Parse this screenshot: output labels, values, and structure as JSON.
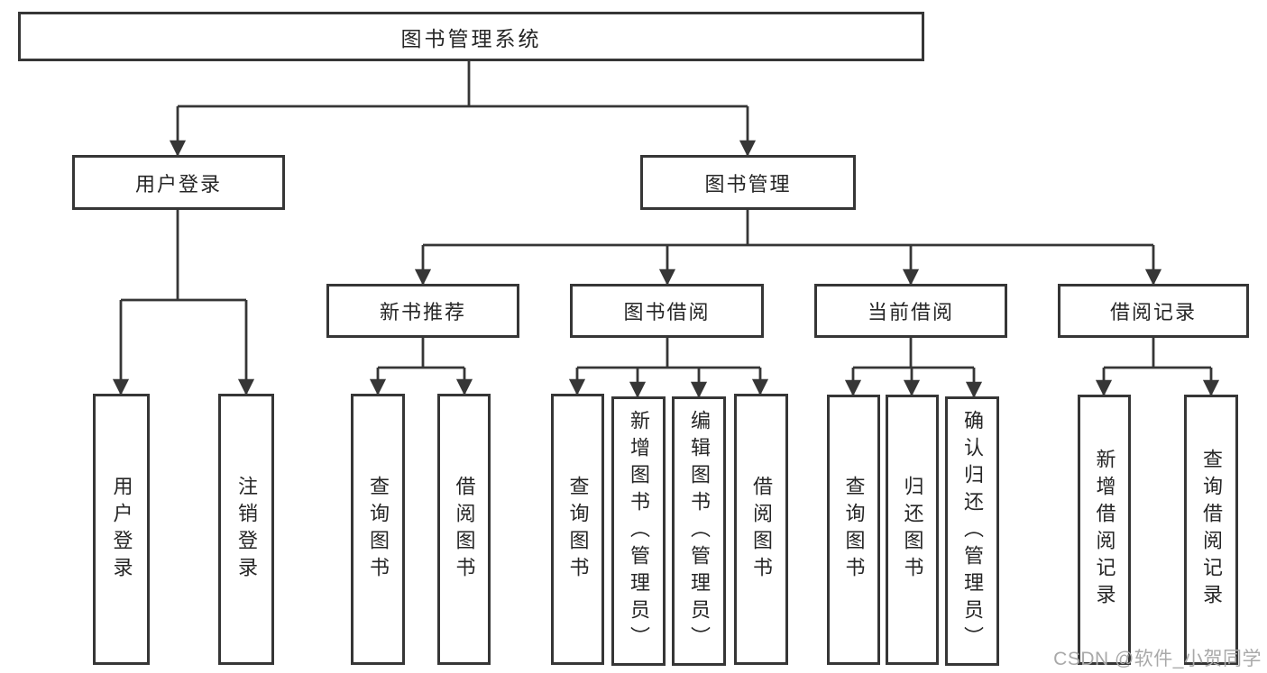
{
  "diagram": {
    "root": "图书管理系统",
    "nodes": {
      "user_login": "用户登录",
      "book_mgmt": "图书管理",
      "new_books": "新书推荐",
      "book_borrow": "图书借阅",
      "current_borrow": "当前借阅",
      "borrow_records": "借阅记录"
    },
    "leaves": {
      "user_login": [
        "用户登录",
        "注销登录"
      ],
      "new_books": [
        "查询图书",
        "借阅图书"
      ],
      "book_borrow": [
        "查询图书",
        "新增图书（管理员）",
        "编辑图书（管理员）",
        "借阅图书"
      ],
      "current_borrow": [
        "查询图书",
        "归还图书",
        "确认归还（管理员）"
      ],
      "borrow_records": [
        "新增借阅记录",
        "查询借阅记录"
      ]
    },
    "colors": {
      "line": "#363636",
      "text": "#262626",
      "watermark": "#a9a9a9"
    }
  },
  "watermark": "CSDN @软件_小贺同学"
}
